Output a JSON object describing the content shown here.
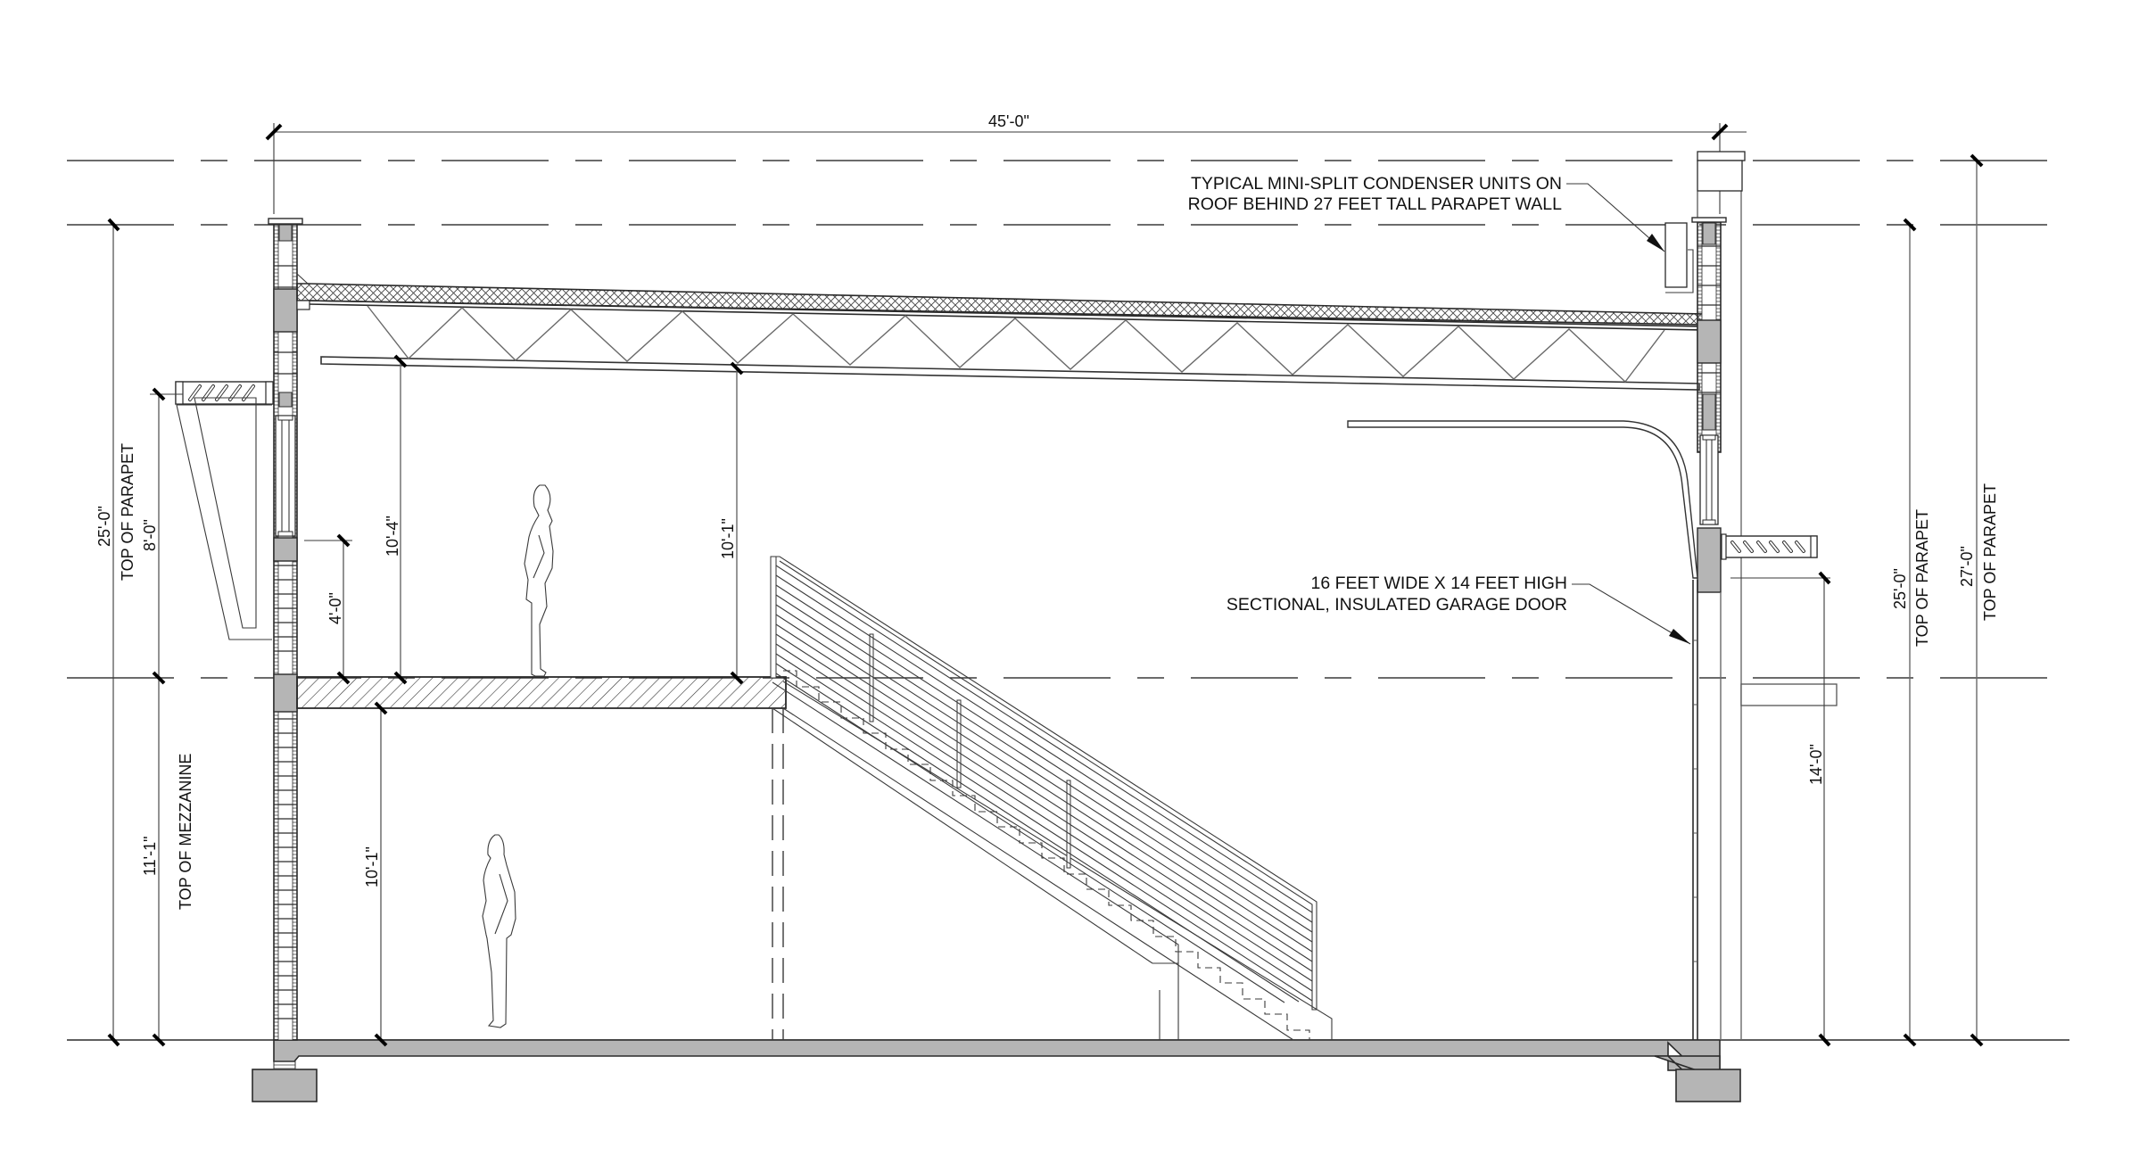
{
  "drawing": {
    "type": "building section",
    "overall_width_dimension": "45'-0\"",
    "notes": {
      "condenser": {
        "line1": "TYPICAL MINI-SPLIT CONDENSER UNITS ON",
        "line2": "ROOF BEHIND 27 FEET TALL PARAPET WALL"
      },
      "garage_door": {
        "line1": "16 FEET WIDE X 14 FEET HIGH",
        "line2": "SECTIONAL, INSULATED GARAGE DOOR"
      }
    },
    "left_dimensions": {
      "parapet_total": "25'-0\"",
      "parapet_label": "TOP OF PARAPET",
      "upper_window": "8'-0\"",
      "mezzanine_height": "11'-1\"",
      "mezzanine_label": "TOP OF MEZZANINE",
      "guard_height": "4'-0\""
    },
    "interior_dimensions": {
      "mezz_clear_left": "10'-4\"",
      "mezz_clear_right": "10'-1\"",
      "ground_clear": "10'-1\""
    },
    "right_dimensions": {
      "garage_door_height": "14'-0\"",
      "parapet_front": "25'-0\"",
      "parapet_front_label": "TOP OF PARAPET",
      "parapet_high": "27'-0\"",
      "parapet_high_label": "TOP OF PARAPET"
    },
    "colors": {
      "line": "#2a2a2a",
      "concrete_fill": "#b5b5b5",
      "background": "#ffffff"
    }
  }
}
